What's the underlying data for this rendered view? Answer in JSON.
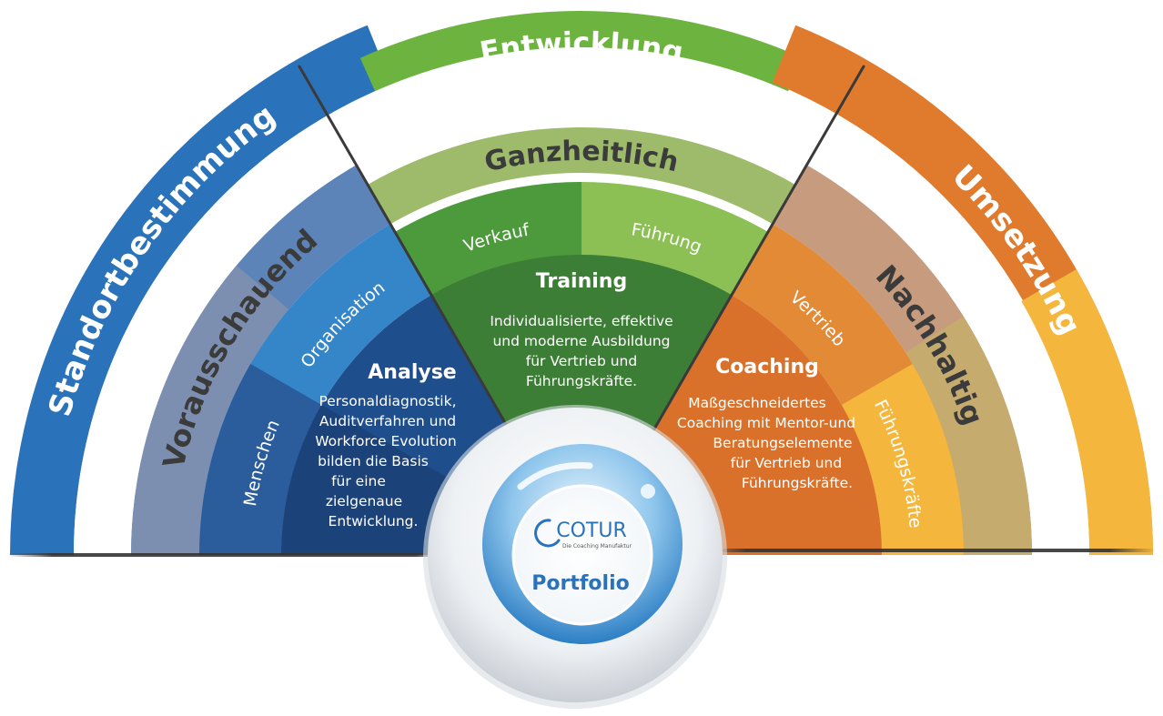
{
  "outer_ring": {
    "left": "Standortbestimmung",
    "top": "Entwicklung",
    "right": "Umsetzung"
  },
  "second_ring": {
    "left": "Vorausschauend",
    "top": "Ganzheitlich",
    "right": "Nachhaltig"
  },
  "third_ring": {
    "left_upper": "Organisation",
    "left_lower": "Menschen",
    "top_left": "Verkauf",
    "top_right": "Führung",
    "right_upper": "Vertrieb",
    "right_lower": "Führungskräfte"
  },
  "sectors": {
    "analyse": {
      "title": "Analyse",
      "lines": [
        "Personaldiagnostik,",
        "Auditverfahren und",
        "Workforce Evolution",
        "bilden die Basis",
        "für eine",
        "zielgenaue",
        "Entwicklung."
      ]
    },
    "training": {
      "title": "Training",
      "lines": [
        "Individualisierte, effektive",
        "und moderne Ausbildung",
        "für Vertrieb und",
        "Führungskräfte."
      ]
    },
    "coaching": {
      "title": "Coaching",
      "lines": [
        "Maßgeschneidertes",
        "Coaching mit Mentor-und",
        "Beratungselemente",
        "für Vertrieb und",
        "Führungskräfte."
      ]
    }
  },
  "hub": {
    "logo": "COTUR",
    "logo_tagline": "Die Coaching Manufaktur",
    "label": "Portfolio"
  },
  "colors": {
    "blue_outer": "#2a73bb",
    "blue_mid": "#5f82b4",
    "blue_inner": "#3586c8",
    "blue_core": "#1f4e8c",
    "green_outer": "#6cb33f",
    "green_mid": "#9dbb6a",
    "green_inner": "#4d9a3c",
    "green_core": "#3d7e36",
    "orange_outer": "#e07a2c",
    "orange_mid": "#c79b7d",
    "orange_inner": "#e28a36",
    "orange_core": "#d9712a",
    "yellow": "#f4b63c",
    "portfolio_text": "#2a73bb"
  }
}
